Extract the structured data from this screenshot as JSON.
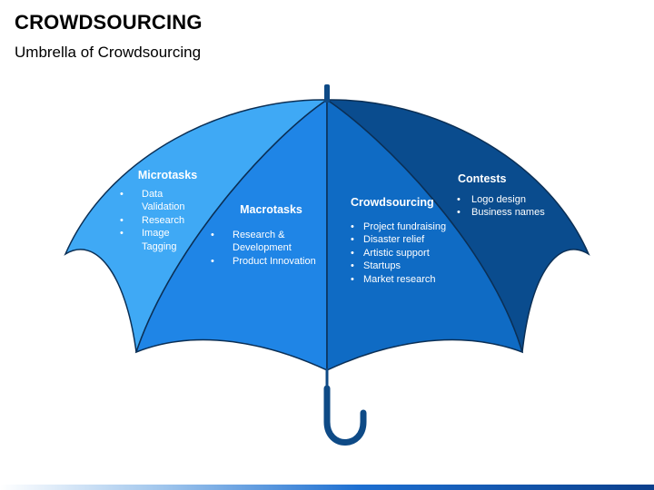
{
  "title": "CROWDSOURCING",
  "subtitle": "Umbrella of Crowdsourcing",
  "colors": {
    "microtasks": "#3fa9f5",
    "macrotasks": "#1f85e6",
    "crowdsourcing": "#0f6bc4",
    "contests": "#0a4c8e",
    "handle": "#0e4a86"
  },
  "panels": {
    "microtasks": {
      "heading": "Microtasks",
      "items": [
        "Data Validation",
        "Research",
        "Image Tagging"
      ]
    },
    "macrotasks": {
      "heading": "Macrotasks",
      "items": [
        "Research & Development",
        "Product Innovation"
      ]
    },
    "crowdsourcing": {
      "heading": "Crowdsourcing",
      "items": [
        "Project fundraising",
        "Disaster relief",
        "Artistic support",
        "Startups",
        "Market research"
      ]
    },
    "contests": {
      "heading": "Contests",
      "items": [
        "Logo design",
        "Business names"
      ]
    }
  }
}
